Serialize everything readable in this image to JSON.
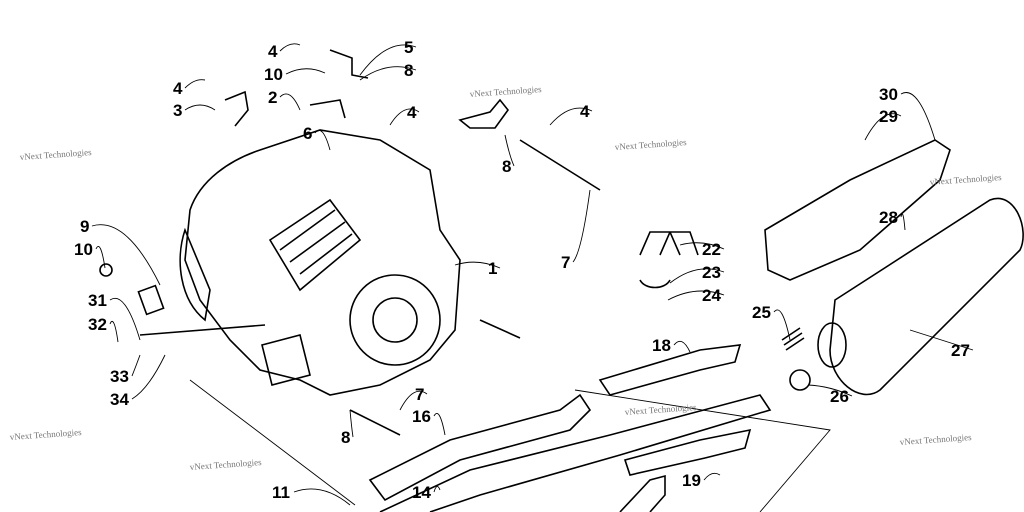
{
  "diagram": {
    "title": "Engine and exhaust exploded parts diagram",
    "watermark": "vNext Technologies",
    "callouts": [
      "4",
      "10",
      "5",
      "8",
      "4",
      "3",
      "2",
      "6",
      "4",
      "4",
      "8",
      "7",
      "1",
      "9",
      "10",
      "31",
      "32",
      "33",
      "34",
      "22",
      "23",
      "24",
      "18",
      "25",
      "26",
      "27",
      "28",
      "29",
      "30",
      "7",
      "16",
      "8",
      "11",
      "14",
      "19"
    ]
  }
}
